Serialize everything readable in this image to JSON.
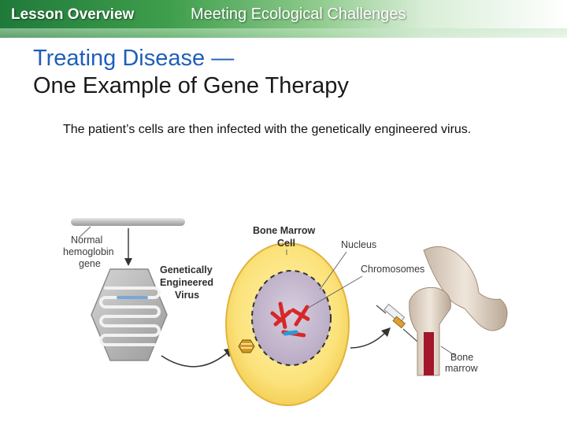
{
  "header": {
    "left_title": "Lesson Overview",
    "right_title": "Meeting Ecological Challenges"
  },
  "slide": {
    "title_line1": "Treating Disease —",
    "title_line2": "One Example of Gene Therapy",
    "body": "The patient’s cells are then infected with the genetically engineered virus."
  },
  "figure": {
    "labels": {
      "normal_line1": "Normal",
      "normal_line2": "hemoglobin",
      "normal_line3": "gene",
      "virus_line1": "Genetically",
      "virus_line2": "Engineered",
      "virus_line3": "Virus",
      "cell_line1": "Bone Marrow",
      "cell_line2": "Cell",
      "nucleus": "Nucleus",
      "chromosomes": "Chromosomes",
      "marrow_line1": "Bone",
      "marrow_line2": "marrow"
    }
  }
}
